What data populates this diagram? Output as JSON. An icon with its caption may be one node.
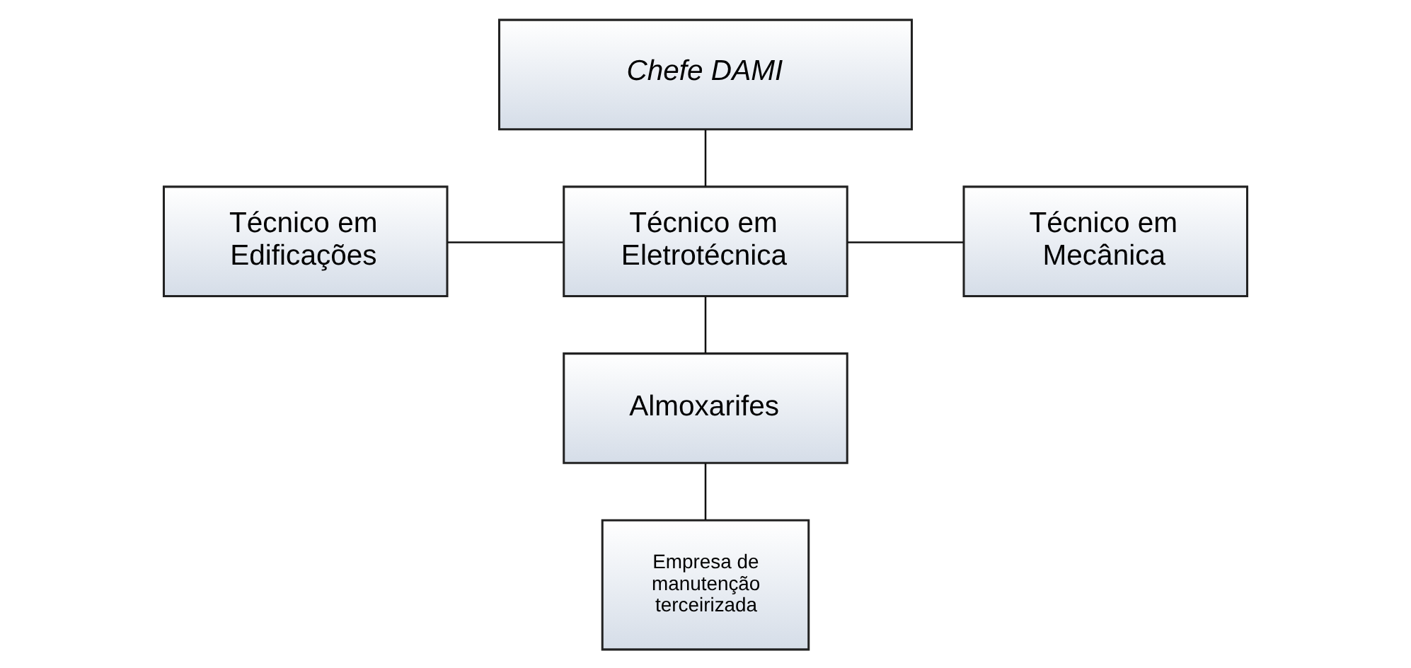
{
  "diagram": {
    "nodes": [
      {
        "text": [
          "Chefe DAMI"
        ]
      },
      {
        "text": [
          "Técnico em Edificações"
        ]
      },
      {
        "text": [
          "Técnico em Eletrotécnica"
        ]
      },
      {
        "text": [
          "Técnico em Mecânica"
        ]
      },
      {
        "text": [
          "Almoxarifes"
        ]
      },
      {
        "text": [
          "Empresa de manutenção terceirizada"
        ]
      }
    ],
    "edges": [
      {
        "from": 0,
        "to": 2,
        "arrow": "none"
      },
      {
        "from": 1,
        "to": 2,
        "arrow": "none"
      },
      {
        "from": 2,
        "to": 3,
        "arrow": "none"
      },
      {
        "from": 2,
        "to": 4,
        "arrow": "none"
      },
      {
        "from": 4,
        "to": 5,
        "arrow": "none"
      }
    ]
  }
}
